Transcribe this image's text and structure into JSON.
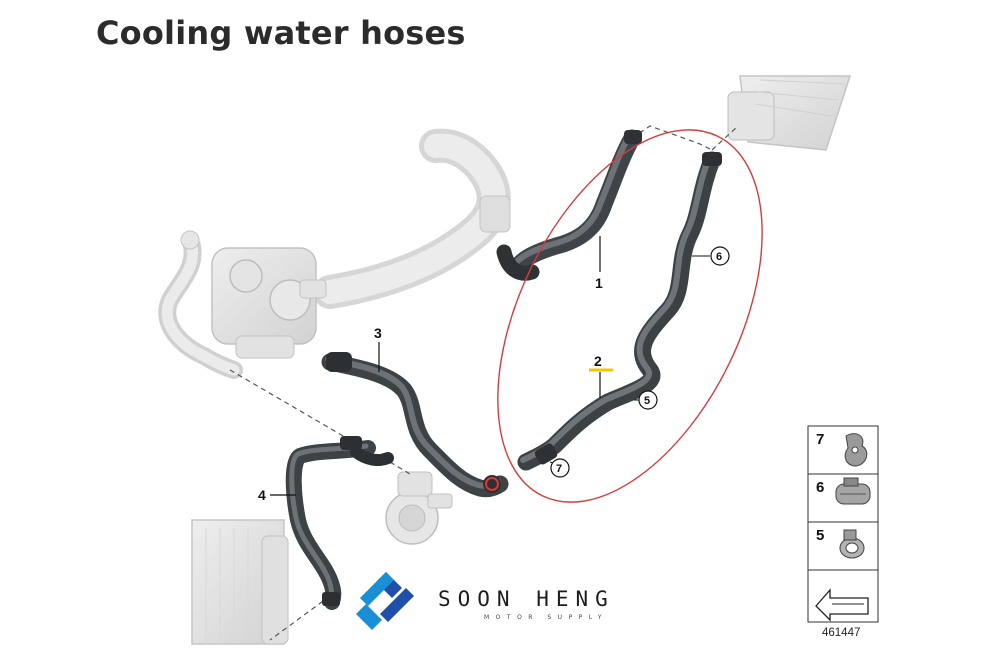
{
  "title": "Cooling water hoses",
  "diagram_number": "461447",
  "callouts": [
    {
      "id": "1",
      "label": "1"
    },
    {
      "id": "2",
      "label": "2"
    },
    {
      "id": "3",
      "label": "3"
    },
    {
      "id": "4",
      "label": "4"
    }
  ],
  "circled_callouts": [
    "5",
    "6",
    "7"
  ],
  "legend": [
    {
      "number": "7",
      "part": "clip-icon"
    },
    {
      "number": "6",
      "part": "hose-clamp-icon"
    },
    {
      "number": "5",
      "part": "spring-clamp-icon"
    }
  ],
  "highlight": {
    "color": "#d43c3c",
    "marker_color": "#f5c400"
  },
  "brand": {
    "name": "SOON HENG",
    "tagline": "MOTOR SUPPLY",
    "logo_colors": [
      "#1f4fa8",
      "#1a8fd6"
    ]
  }
}
